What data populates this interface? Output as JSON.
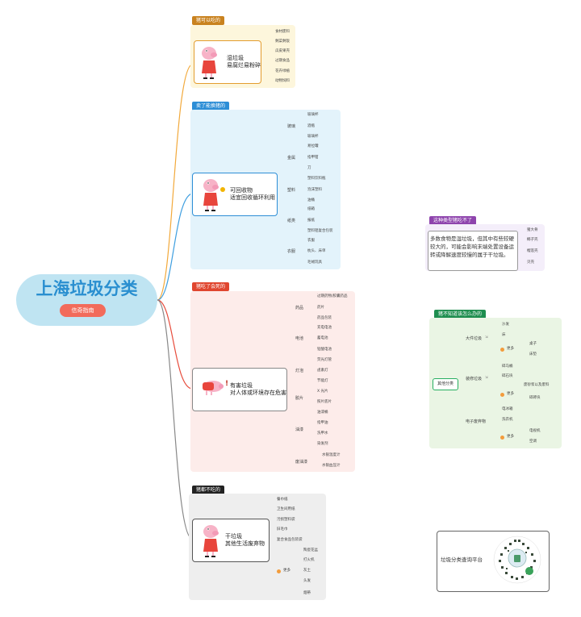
{
  "center": {
    "title": "上海垃圾分类",
    "button": "信奇指南"
  },
  "wet": {
    "tag": "猪可以吃的",
    "line1": "湿垃圾",
    "line2": "易腐烂易粉碎",
    "items": [
      "食材废料",
      "剩菜剩饭",
      "瓜皮果壳",
      "过期食品",
      "花卉绿植",
      "动物饲料"
    ]
  },
  "recycle": {
    "tag": "卖了能换猪的",
    "line1": "可回收物",
    "line2": "适宜回收循环利用",
    "groups": [
      {
        "name": "玻璃",
        "items": [
          "玻璃杯",
          "酒瓶",
          "玻璃杯"
        ]
      },
      {
        "name": "金属",
        "items": [
          "易拉罐",
          "指甲钳",
          "刀"
        ]
      },
      {
        "name": "塑料",
        "items": [
          "塑料饮料瓶",
          "泡沫塑料",
          "油桶"
        ]
      },
      {
        "name": "纸类",
        "items": [
          "纸箱",
          "报纸",
          "塑料铝复合包装"
        ]
      },
      {
        "name": "衣服",
        "items": [
          "衣服",
          "枕头、床单",
          "毛绒玩具"
        ]
      }
    ]
  },
  "hazard": {
    "tag": "猪吃了会死的",
    "line1": "有害垃圾",
    "line2": "对人体或环境存在危害",
    "groups": [
      {
        "name": "药品",
        "items": [
          "过期药物/胶囊药品",
          "药片",
          "药品包装"
        ]
      },
      {
        "name": "电池",
        "items": [
          "充电电池",
          "蓄电池",
          "铅酸电池"
        ]
      },
      {
        "name": "灯泡",
        "items": [
          "荧光灯管",
          "卤素灯",
          "节能灯"
        ]
      },
      {
        "name": "胶片",
        "items": [
          "X 光片",
          "照片底片"
        ]
      },
      {
        "name": "油漆",
        "items": [
          "油漆桶",
          "指甲油",
          "洗甲水",
          "染发剂"
        ]
      },
      {
        "name": "废油漆",
        "items": [
          "水银温度计",
          "水银血压计"
        ]
      }
    ]
  },
  "dry": {
    "tag": "猪都不吃的",
    "line1": "干垃圾",
    "line2": "其他生活废弃物",
    "items": [
      "餐巾纸",
      "卫生间用纸",
      "污损塑料袋",
      "旧毛巾",
      "复合食品包装袋"
    ],
    "more": "更多",
    "more_items": [
      "陶瓷花盆",
      "打火机",
      "灰土",
      "头发",
      "烟蒂"
    ]
  },
  "side_note": {
    "tag": "这种类型猪吃不了",
    "text": "多数食物是湿垃圾，但其中有些较硬较大的，可能会影响末端处置设备运转或降解速度较慢的属于干垃圾。",
    "items": [
      "猪大骨",
      "椰子壳",
      "榴莲壳",
      "贝壳"
    ]
  },
  "unknown": {
    "tag": "猪不知道该怎么办的",
    "root": "其他分类",
    "groups": [
      {
        "name": "大件垃圾",
        "items": [
          "沙发",
          "床"
        ],
        "more": "更多",
        "more_items": [
          "桌子",
          "床垫"
        ]
      },
      {
        "name": "装修垃圾",
        "items": [
          "碎马桶",
          "碎石块"
        ],
        "more": "更多",
        "more_items": [
          "废砂浆以及废料",
          "碎砖块"
        ]
      },
      {
        "name": "电子废弃物",
        "items": [
          "电冰箱",
          "洗衣机"
        ],
        "more": "更多",
        "more_items": [
          "电视机",
          "空调"
        ]
      }
    ]
  },
  "qr": {
    "label": "垃圾分类查询平台"
  },
  "colors": {
    "wet": "#f2a93b",
    "recycle": "#3f9fe0",
    "hazard": "#e74c3c",
    "dry": "#333333",
    "purple": "#9b59b6",
    "green": "#27ae60",
    "center": "#bfe4f2"
  }
}
